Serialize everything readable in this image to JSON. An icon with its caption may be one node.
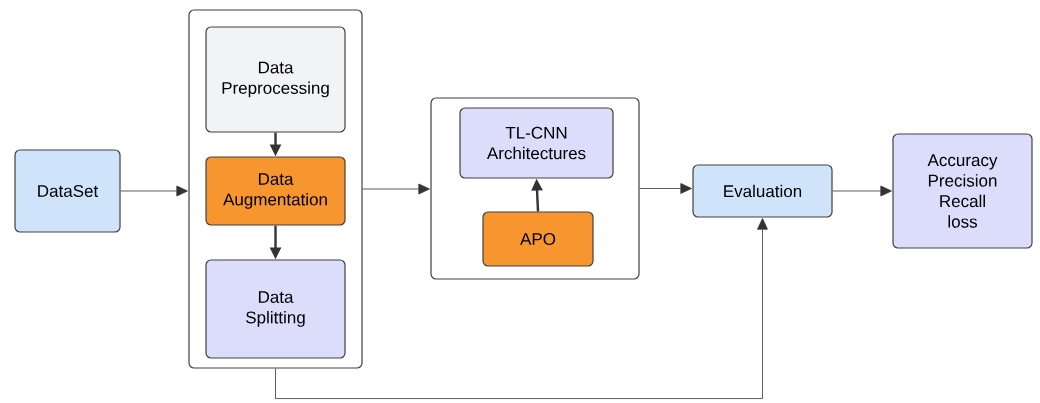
{
  "diagram": {
    "nodes": [
      {
        "text": [
          "DataSet"
        ]
      },
      {
        "text": [],
        "shape": "box"
      },
      {
        "text": [
          "Data Preprocessing"
        ],
        "in": 1
      },
      {
        "text": [
          "Data Augmentation"
        ],
        "in": 1
      },
      {
        "text": [
          "Data Splitting"
        ],
        "in": 1
      },
      {
        "text": [],
        "shape": "box"
      },
      {
        "text": [
          "TL-CNN Architectures"
        ],
        "in": 5
      },
      {
        "text": [
          "APO"
        ],
        "in": 5
      },
      {
        "text": [
          "Evaluation"
        ]
      },
      {
        "text": [
          "Accuracy",
          "Precision",
          "Recall",
          "loss"
        ]
      }
    ],
    "edges": [
      {
        "from": 0,
        "to": 1,
        "arrow": "to"
      },
      {
        "from": 2,
        "to": 3,
        "arrow": "to",
        "style": "thick"
      },
      {
        "from": 3,
        "to": 4,
        "arrow": "to",
        "style": "thick"
      },
      {
        "from": 1,
        "to": 5,
        "arrow": "to"
      },
      {
        "from": 7,
        "to": 6,
        "arrow": "to",
        "style": "thick"
      },
      {
        "from": 5,
        "to": 8,
        "arrow": "to"
      },
      {
        "from": 8,
        "to": 9,
        "arrow": "to"
      },
      {
        "from": 1,
        "to": 8,
        "arrow": "to"
      }
    ]
  }
}
